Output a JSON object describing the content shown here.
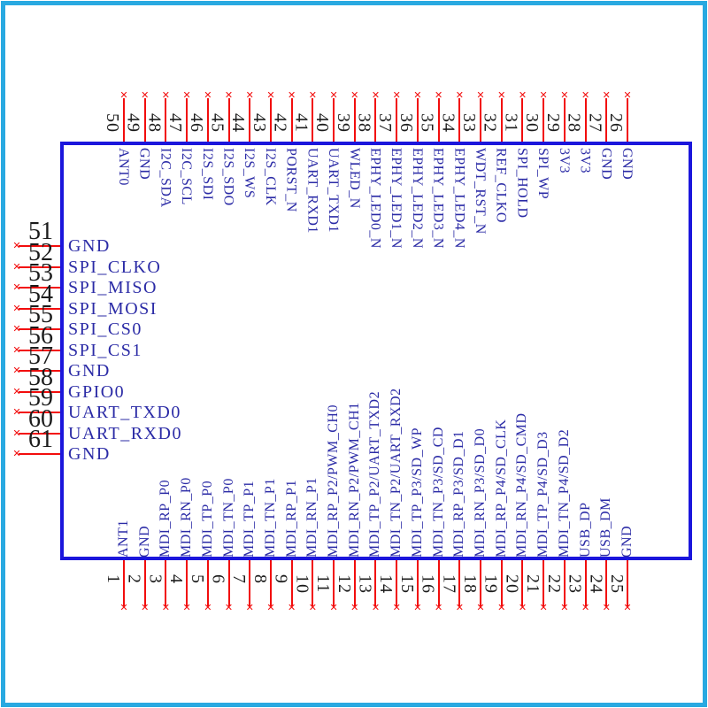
{
  "diagram": {
    "colors": {
      "frame": "#29a9e1",
      "chip_border": "#1b16dc",
      "pin_line": "#f20d0d",
      "number_text": "#1b1b1b",
      "label_text": "#2b2ba6"
    },
    "icons": {
      "x_mark_glyph": "✕"
    },
    "top_pins": [
      {
        "num": "50",
        "label": "ANT0"
      },
      {
        "num": "49",
        "label": "GND"
      },
      {
        "num": "48",
        "label": "I2C_SDA"
      },
      {
        "num": "47",
        "label": "I2C_SCL"
      },
      {
        "num": "46",
        "label": "I2S_SDI"
      },
      {
        "num": "45",
        "label": "I2S_SDO"
      },
      {
        "num": "44",
        "label": "I2S_WS"
      },
      {
        "num": "43",
        "label": "I2S_CLK"
      },
      {
        "num": "42",
        "label": "PORST_N"
      },
      {
        "num": "41",
        "label": "UART_RXD1"
      },
      {
        "num": "40",
        "label": "UART_TXD1"
      },
      {
        "num": "39",
        "label": "WLED_N"
      },
      {
        "num": "38",
        "label": "EPHY_LED0_N"
      },
      {
        "num": "37",
        "label": "EPHY_LED1_N"
      },
      {
        "num": "36",
        "label": "EPHY_LED2_N"
      },
      {
        "num": "35",
        "label": "EPHY_LED3_N"
      },
      {
        "num": "34",
        "label": "EPHY_LED4_N"
      },
      {
        "num": "33",
        "label": "WDT_RST_N"
      },
      {
        "num": "32",
        "label": "REF_CLKO"
      },
      {
        "num": "31",
        "label": "SPI_HOLD"
      },
      {
        "num": "30",
        "label": "SPI_WP"
      },
      {
        "num": "29",
        "label": "3V3"
      },
      {
        "num": "28",
        "label": "3V3"
      },
      {
        "num": "27",
        "label": "GND"
      },
      {
        "num": "26",
        "label": "GND"
      }
    ],
    "left_pins": [
      {
        "num": "51",
        "label": "GND"
      },
      {
        "num": "52",
        "label": "SPI_CLKO"
      },
      {
        "num": "53",
        "label": "SPI_MISO"
      },
      {
        "num": "54",
        "label": "SPI_MOSI"
      },
      {
        "num": "55",
        "label": "SPI_CS0"
      },
      {
        "num": "56",
        "label": "SPI_CS1"
      },
      {
        "num": "57",
        "label": "GND"
      },
      {
        "num": "58",
        "label": "GPIO0"
      },
      {
        "num": "59",
        "label": "UART_TXD0"
      },
      {
        "num": "60",
        "label": "UART_RXD0"
      },
      {
        "num": "61",
        "label": "GND"
      }
    ],
    "bottom_pins": [
      {
        "num": "1",
        "label": "ANT1"
      },
      {
        "num": "2",
        "label": "GND"
      },
      {
        "num": "3",
        "label": "MDI_RP_P0"
      },
      {
        "num": "4",
        "label": "MDI_RN_P0"
      },
      {
        "num": "5",
        "label": "MDI_TP_P0"
      },
      {
        "num": "6",
        "label": "MDI_TN_P0"
      },
      {
        "num": "7",
        "label": "MDI_TP_P1"
      },
      {
        "num": "8",
        "label": "MDI_TN_P1"
      },
      {
        "num": "9",
        "label": "MDI_RP_P1"
      },
      {
        "num": "10",
        "label": "MDI_RN_P1"
      },
      {
        "num": "11",
        "label": "MDI_RP_P2/PWM_CH0"
      },
      {
        "num": "12",
        "label": "MDI_RN_P2/PWM_CH1"
      },
      {
        "num": "13",
        "label": "MDI_TP_P2/UART_TXD2"
      },
      {
        "num": "14",
        "label": "MDI_TN_P2/UART_RXD2"
      },
      {
        "num": "15",
        "label": "MDI_TP_P3/SD_WP"
      },
      {
        "num": "16",
        "label": "MDI_TN_P3/SD_CD"
      },
      {
        "num": "17",
        "label": "MDI_RP_P3/SD_D1"
      },
      {
        "num": "18",
        "label": "MDI_RN_P3/SD_D0"
      },
      {
        "num": "19",
        "label": "MDI_RP_P4/SD_CLK"
      },
      {
        "num": "20",
        "label": "MDI_RN_P4/SD_CMD"
      },
      {
        "num": "21",
        "label": "MDI_TP_P4/SD_D3"
      },
      {
        "num": "22",
        "label": "MDI_TN_P4/SD_D2"
      },
      {
        "num": "23",
        "label": "USB_DP"
      },
      {
        "num": "24",
        "label": "USB_DM"
      },
      {
        "num": "25",
        "label": "GND"
      }
    ]
  }
}
